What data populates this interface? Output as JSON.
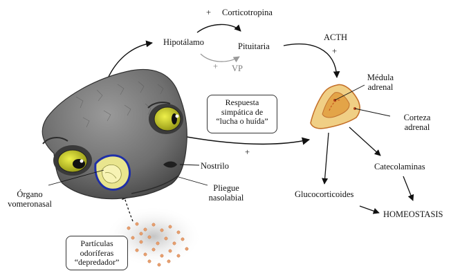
{
  "labels": {
    "plus_cortico": "+",
    "corticotropina": "Corticotropina",
    "hipotalamo": "Hipotálamo",
    "pituitaria": "Pituitaria",
    "plus_vp": "+",
    "vp": "VP",
    "acth": "ACTH",
    "plus_acth": "+",
    "medula_line1": "Médula",
    "medula_line2": "adrenal",
    "corteza_line1": "Corteza",
    "corteza_line2": "adrenal",
    "plus_sympathetic": "+",
    "nostrilo": "Nostrilo",
    "organo_line1": "Órgano",
    "organo_line2": "vomeronasal",
    "pliegue_line1": "Pliegue",
    "pliegue_line2": "nasolabial",
    "catecolaminas": "Catecolaminas",
    "glucocorticoides": "Glucocorticoides",
    "homeostasis": "HOMEOSTASIS"
  },
  "boxes": {
    "respuesta": [
      "Respuesta",
      "simpática de",
      "“lucha o huída”"
    ],
    "particulas": [
      "Partículas",
      "odoríferas",
      "“depredador”"
    ]
  },
  "colors": {
    "skin": "#767676",
    "skin_dark": "#4a4a4a",
    "eye_iris": "#c9cc1f",
    "adrenal_fill": "#f0cf85",
    "adrenal_core": "#e09a3a",
    "adrenal_outline": "#c4702a",
    "odor_dots": "#e8a070",
    "vno_blue": "#1f2fa8"
  }
}
